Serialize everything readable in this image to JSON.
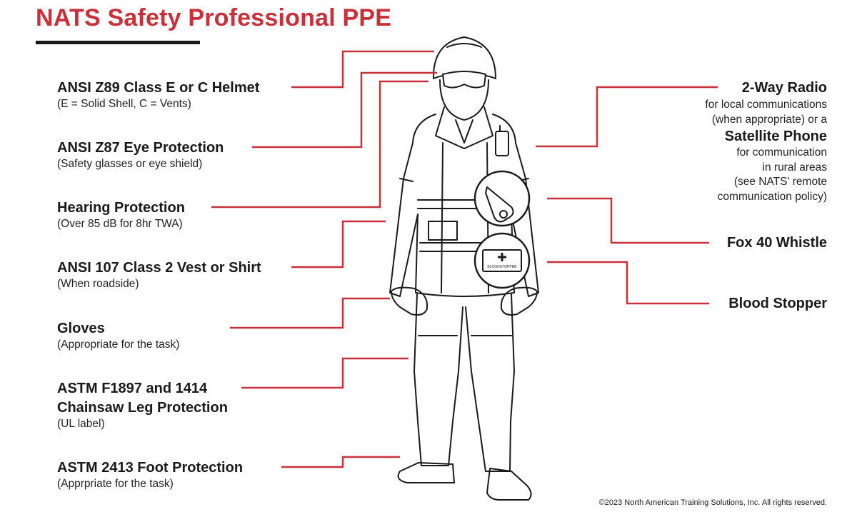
{
  "title": "NATS Safety Professional PPE",
  "accent_color": "#c8313a",
  "left_items": [
    {
      "heading": "ANSI Z89 Class E or C Helmet",
      "sub": "(E = Solid Shell, C = Vents)"
    },
    {
      "heading": "ANSI Z87 Eye Protection",
      "sub": "(Safety glasses or eye shield)"
    },
    {
      "heading": "Hearing Protection",
      "sub": "(Over 85 dB for 8hr TWA)"
    },
    {
      "heading": "ANSI 107 Class 2 Vest or Shirt",
      "sub": "(When roadside)"
    },
    {
      "heading": "Gloves",
      "sub": "(Appropriate for the task)"
    },
    {
      "heading": "ASTM F1897 and 1414",
      "heading2": "Chainsaw Leg Protection",
      "sub": "(UL label)"
    },
    {
      "heading": "ASTM 2413 Foot Protection",
      "sub": "(Apprpriate for the task)"
    }
  ],
  "right_items": {
    "radio": {
      "heading": "2-Way Radio",
      "sub1": "for local communications",
      "sub2": "(when appropriate) or a",
      "heading2": "Satellite Phone",
      "sub3": "for communication",
      "sub4": "in rural areas",
      "sub5": "(see NATS' remote",
      "sub6": "communication policy)"
    },
    "whistle": {
      "heading": "Fox 40 Whistle"
    },
    "blood": {
      "heading": "Blood Stopper"
    }
  },
  "kit_label": "BLOODSTOPPER",
  "copyright": "©2023 North American Training Solutions, Inc. All rights reserved."
}
